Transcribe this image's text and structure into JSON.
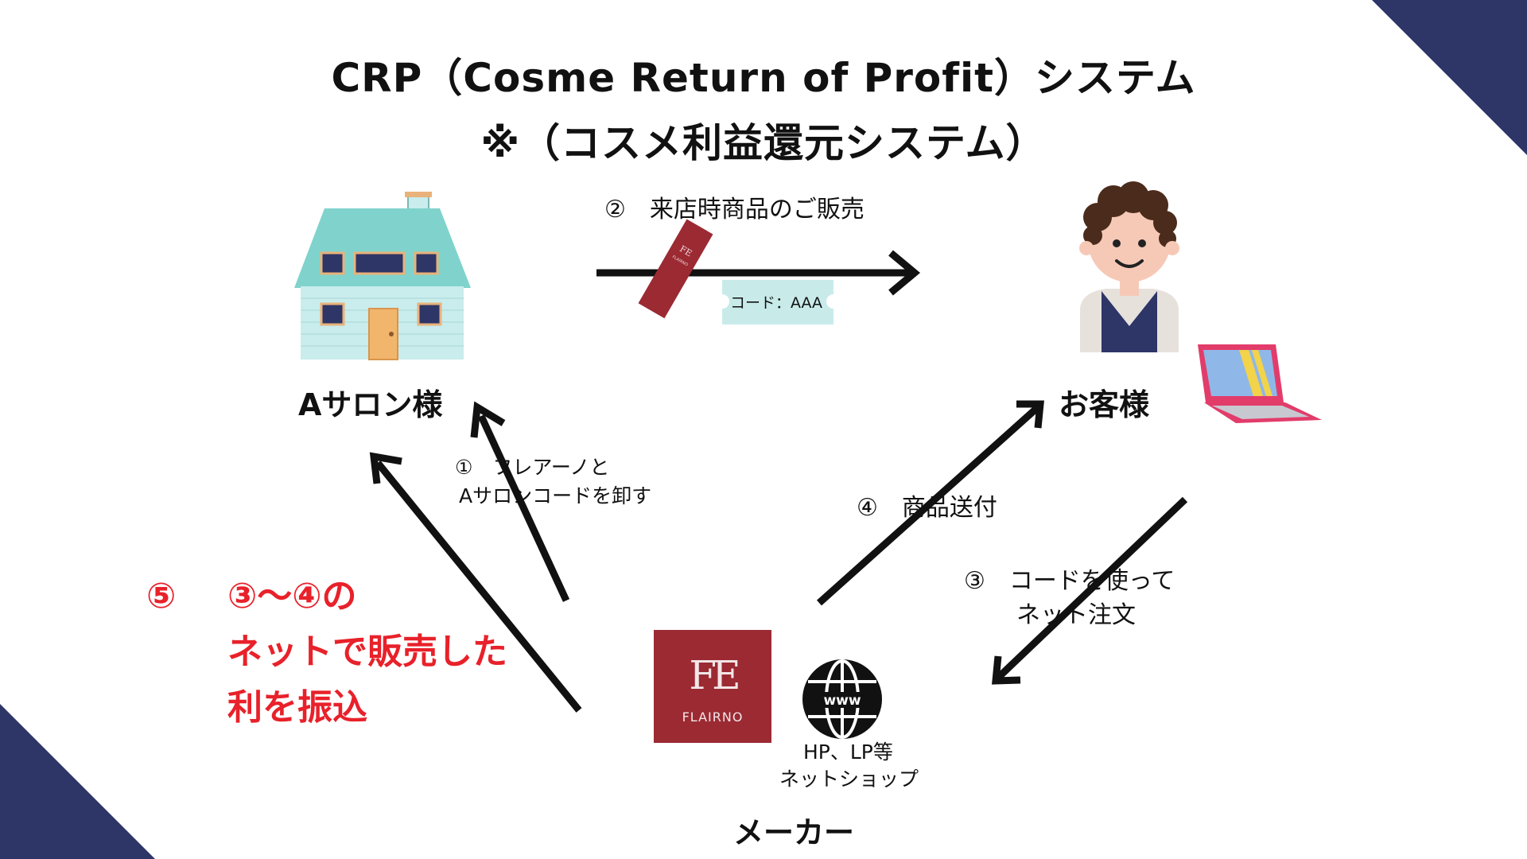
{
  "title": {
    "line1": "CRP（Cosme Return of Profit）システム",
    "line2": "※（コスメ利益還元システム）"
  },
  "nodes": {
    "salon": "Aサロン様",
    "customer": "お客様",
    "maker": "メーカー"
  },
  "steps": {
    "s1_line1": "①　フレアーノと",
    "s1_line2": "Aサロンコードを卸す",
    "s2": "②　来店時商品のご販売",
    "s3_line1": "③　コードを使って",
    "s3_line2": "ネット注文",
    "s4": "④　商品送付",
    "s5_num": "⑤",
    "s5_line1": "③〜④の",
    "s5_line2": "ネットで販売した",
    "s5_line3": "利を振込"
  },
  "code_ticket": "コード：AAA",
  "brand": {
    "logo_text": "FLAIRNO",
    "logo_mark": "FE",
    "product_text": "FLAIRNO"
  },
  "web": {
    "globe_text": "www",
    "line1": "HP、LP等",
    "line2": "ネットショップ"
  },
  "colors": {
    "navy": "#2e3567",
    "accent_red": "#e8212a",
    "brand_red": "#9b2a33",
    "house_roof": "#7fd3cc",
    "house_wall": "#c9eced",
    "ticket": "#c8ebea",
    "laptop": "#e23c6b"
  }
}
